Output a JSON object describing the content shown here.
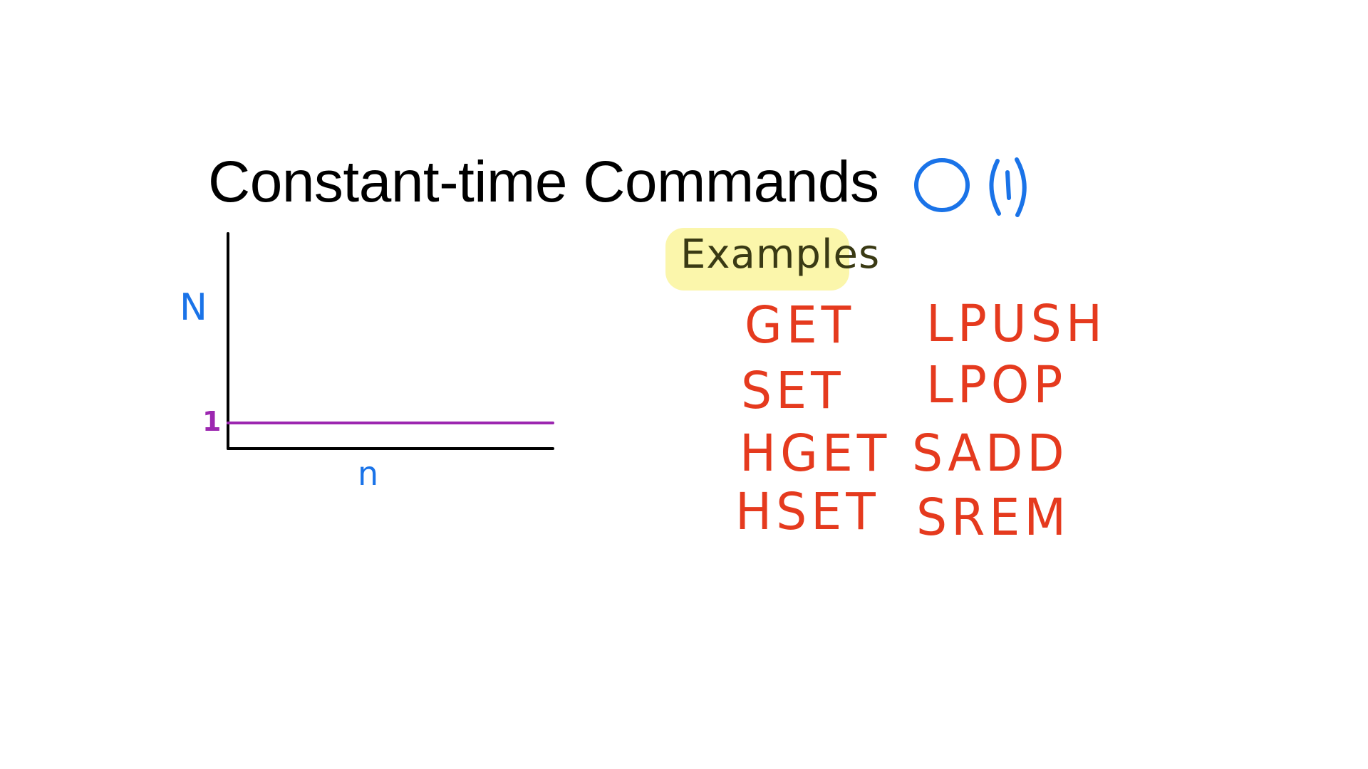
{
  "title": {
    "text": "Constant-time Commands",
    "notation": "O(1)",
    "notation_color": "#1a73e8"
  },
  "graph": {
    "y_axis_label": "N",
    "x_axis_label": "n",
    "constant_tick_label": "1",
    "constant_line_color": "#9c27b0",
    "axis_color": "#000000",
    "label_color": "#1a73e8"
  },
  "examples": {
    "heading": "Examples",
    "highlight_color": "#fbf5a6",
    "text_color": "#e53a1e",
    "commands": [
      "GET",
      "SET",
      "HGET",
      "HSET",
      "LPUSH",
      "LPOP",
      "SADD",
      "SREM"
    ]
  }
}
